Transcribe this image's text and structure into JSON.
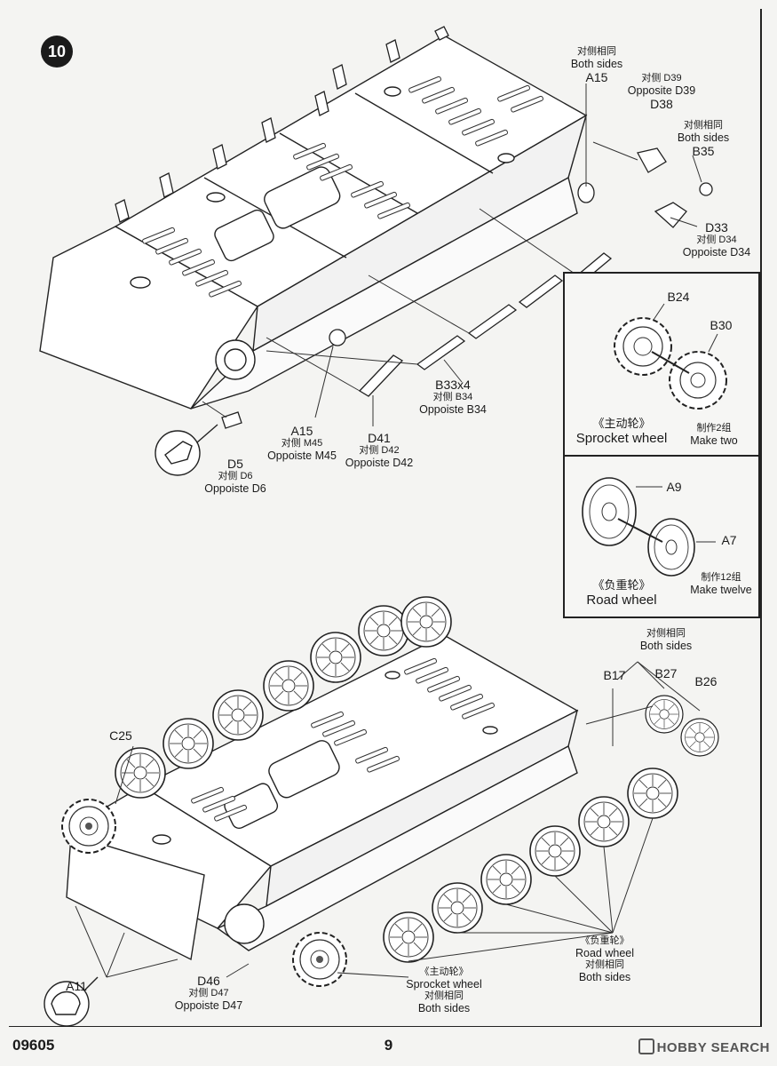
{
  "step_number": "10",
  "page": {
    "code": "09605",
    "number": "9"
  },
  "watermark": "HOBBY SEARCH",
  "upper_assembly": {
    "labels": [
      {
        "id": "a15-top",
        "part": "A15",
        "cn": "对侧相同",
        "en": "Both sides"
      },
      {
        "id": "d38",
        "part": "D38",
        "cn": "对侧 D39",
        "en": "Opposite D39"
      },
      {
        "id": "b35",
        "part": "B35",
        "cn": "对侧相同",
        "en": "Both sides"
      },
      {
        "id": "d33",
        "part": "D33",
        "cn": "对侧 D34",
        "en": "Oppoiste D34"
      },
      {
        "id": "b33",
        "part": "B33x4",
        "cn": "对侧 B34",
        "en": "Oppoiste B34"
      },
      {
        "id": "a15-mid",
        "part": "A15",
        "cn": "对侧 M45",
        "en": "Oppoiste M45"
      },
      {
        "id": "d41",
        "part": "D41",
        "cn": "对侧 D42",
        "en": "Oppoiste D42"
      },
      {
        "id": "d5",
        "part": "D5",
        "cn": "对侧 D6",
        "en": "Oppoiste D6"
      }
    ]
  },
  "sprocket_inset": {
    "parts": [
      "B24",
      "B30"
    ],
    "caption_cn": "《主动轮》",
    "caption_en": "Sprocket wheel",
    "make_cn": "制作2组",
    "make_en": "Make two"
  },
  "roadwheel_inset": {
    "parts": [
      "A9",
      "A7"
    ],
    "caption_cn": "《负重轮》",
    "caption_en": "Road wheel",
    "make_cn": "制作12组",
    "make_en": "Make twelve"
  },
  "lower_assembly": {
    "labels": [
      {
        "id": "both-sides-top",
        "cn": "对侧相同",
        "en": "Both sides"
      },
      {
        "id": "b17",
        "part": "B17"
      },
      {
        "id": "b27",
        "part": "B27"
      },
      {
        "id": "b26",
        "part": "B26"
      },
      {
        "id": "c25",
        "part": "C25"
      },
      {
        "id": "a11",
        "part": "A11"
      },
      {
        "id": "d46",
        "part": "D46",
        "cn": "对侧 D47",
        "en": "Oppoiste D47"
      },
      {
        "id": "sprocket-bottom",
        "cn": "《主动轮》",
        "en": "Sprocket wheel",
        "cn2": "对侧相同",
        "en2": "Both sides"
      },
      {
        "id": "roadwheel-bottom",
        "cn": "《负重轮》",
        "en": "Road wheel",
        "cn2": "对侧相同",
        "en2": "Both sides"
      }
    ]
  }
}
